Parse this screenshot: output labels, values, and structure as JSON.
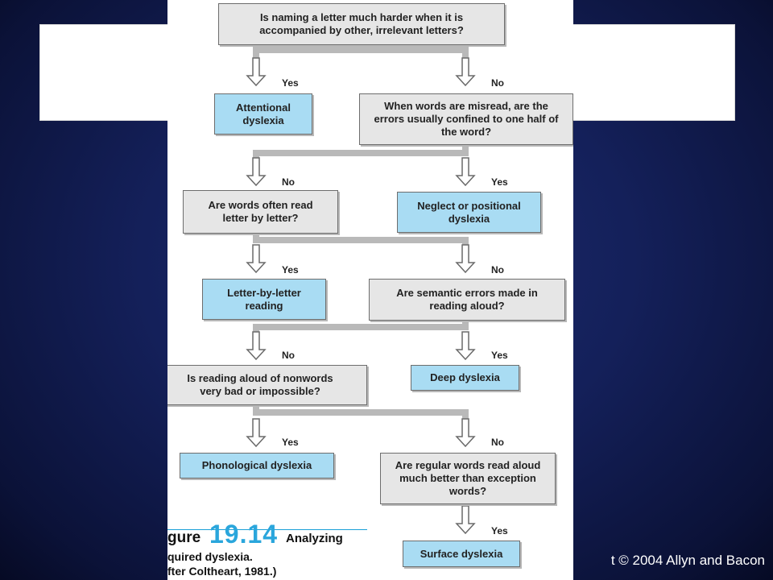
{
  "nodes": {
    "q1": "Is naming a letter much harder when it is accompanied by other, irrelevant letters?",
    "r1": "Attentional dyslexia",
    "q2": "When words are misread, are the errors usually confined to one half of the word?",
    "q3": "Are words often read letter by letter?",
    "r2": "Neglect or positional dyslexia",
    "r3": "Letter-by-letter reading",
    "q4": "Are semantic errors made in reading aloud?",
    "q5": "Is reading aloud of nonwords very bad or impossible?",
    "r4": "Deep dyslexia",
    "r5": "Phonological dyslexia",
    "q6": "Are regular words read aloud much better than exception words?",
    "r6": "Surface dyslexia"
  },
  "labels": {
    "yes": "Yes",
    "no": "No"
  },
  "caption": {
    "word": "gure",
    "number": "19.14",
    "tail": "Analyzing",
    "line2": "quired dyslexia.",
    "line3": "fter Coltheart, 1981.)"
  },
  "footer": {
    "copyright": "t © 2004 Allyn and Bacon"
  },
  "colors": {
    "question_box": "#e6e6e6",
    "result_box": "#a9dcf3",
    "background": "#14205a"
  }
}
